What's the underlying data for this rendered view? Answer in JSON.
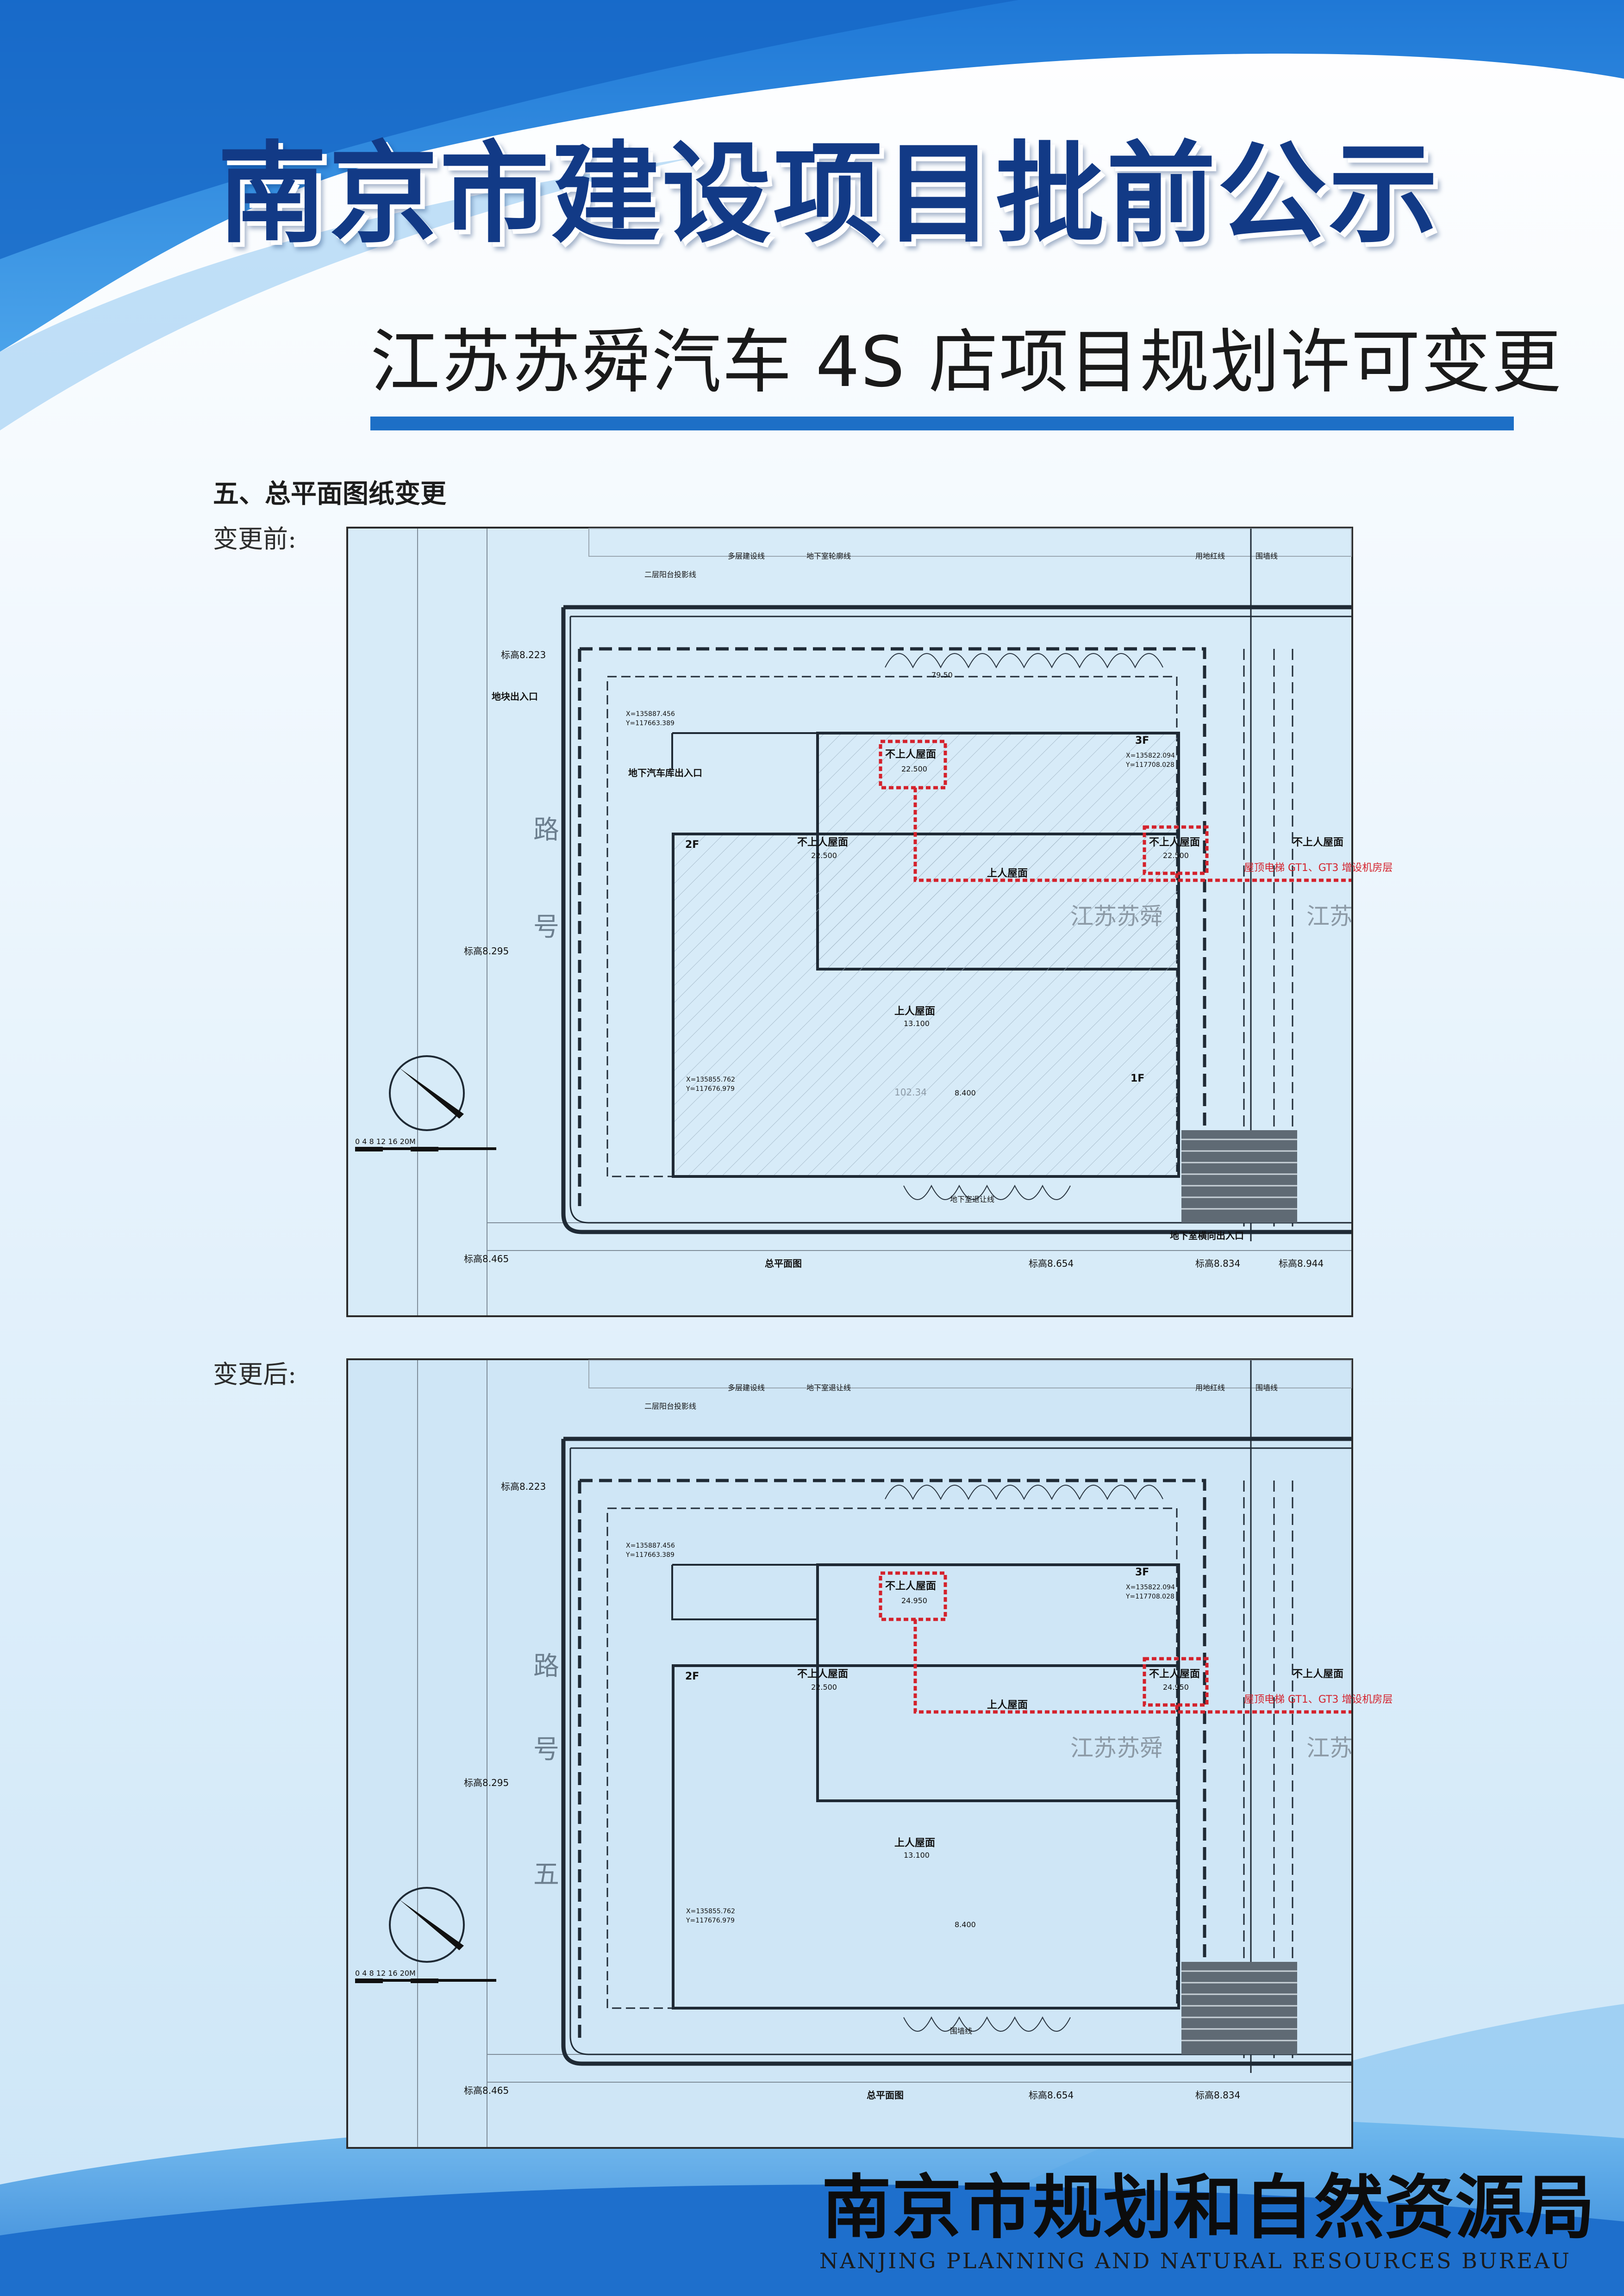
{
  "header": {
    "title": "南京市建设项目批前公示",
    "subtitle": "江苏苏舜汽车 4S 店项目规划许可变更"
  },
  "section": {
    "heading": "五、总平面图纸变更"
  },
  "before": {
    "label": "变更前:",
    "plan": {
      "road_char_1": "路",
      "road_char_2": "号",
      "road_char_3": "",
      "building_name": "江苏苏舜",
      "building_name_cut": "江苏",
      "roof_no_access_1": "不上人屋面",
      "roof_no_access_2": "不上人屋面",
      "roof_no_access_3": "不上人屋面",
      "roof_no_access_4": "不上人屋面",
      "roof_access_1": "上人屋面",
      "roof_access_2": "上人屋面",
      "elev_1": "22.500",
      "elev_2": "22.500",
      "elev_3": "22.500",
      "elev_4": "13.100",
      "elev_5": "8.400",
      "story_3f": "3F",
      "story_2f": "2F",
      "story_1f": "1F",
      "annotation": "屋顶电梯 GT1、GT3 增设机房层",
      "entrance_left": "地块出入口",
      "entrance_bottom": "地下室横向出入口",
      "garage_entrance": "地下汽车库出入口",
      "bottom_title": "总平面图",
      "lbl_a": "多层建设线",
      "lbl_b": "地下室轮廓线",
      "lbl_c": "二层阳台投影线",
      "lbl_d": "用地红线",
      "lbl_e": "地下室退让线",
      "lbl_f": "围墙线",
      "lbl_g": "标高8.223",
      "lbl_h": "标高8.295",
      "lbl_i": "标高8.465",
      "lbl_j": "标高8.654",
      "lbl_k": "标高8.834",
      "lbl_l": "标高8.944",
      "coord_1": "X=135887.456",
      "coord_2": "Y=117663.389",
      "coord_3": "X=135822.094",
      "coord_4": "Y=117708.028",
      "coord_5": "X=135855.762",
      "coord_6": "Y=117676.979",
      "dim_1": "79.50",
      "dim_2": "102.34",
      "scale": "0   4   8   12   16   20M"
    }
  },
  "after": {
    "label": "变更后:",
    "plan": {
      "road_char_1": "路",
      "road_char_2": "号",
      "road_char_3": "五",
      "building_name": "江苏苏舜",
      "building_name_cut": "江苏",
      "roof_no_access_1": "不上人屋面",
      "roof_no_access_2": "不上人屋面",
      "roof_no_access_3": "不上人屋面",
      "roof_no_access_4": "不上人屋面",
      "roof_access_1": "上人屋面",
      "roof_access_2": "上人屋面",
      "elev_1": "24.950",
      "elev_2": "24.950",
      "elev_3": "22.500",
      "elev_4": "13.100",
      "elev_5": "8.400",
      "story_3f": "3F",
      "story_2f": "2F",
      "story_1f": "",
      "annotation": "屋顶电梯 GT1、GT3 增设机房层",
      "entrance_left": "",
      "entrance_bottom": "",
      "garage_entrance": "",
      "bottom_title": "总平面图",
      "lbl_a": "多层建设线",
      "lbl_b": "地下室退让线",
      "lbl_c": "二层阳台投影线",
      "lbl_d": "用地红线",
      "lbl_e": "围墙线",
      "lbl_f": "围墙线",
      "lbl_g": "标高8.223",
      "lbl_h": "标高8.295",
      "lbl_i": "标高8.465",
      "lbl_j": "标高8.654",
      "lbl_k": "标高8.834",
      "lbl_l": "",
      "coord_1": "X=135887.456",
      "coord_2": "Y=117663.389",
      "coord_3": "X=135822.094",
      "coord_4": "Y=117708.028",
      "coord_5": "X=135855.762",
      "coord_6": "Y=117676.979",
      "dim_1": "",
      "dim_2": "",
      "scale": "0   4   8   12   16   20M"
    }
  },
  "footer": {
    "org_cn": "南京市规划和自然资源局",
    "org_en": "NANJING PLANNING AND NATURAL RESOURCES BUREAU"
  },
  "colors": {
    "title_blue": "#123a86",
    "rule_blue": "#1d6fc6",
    "plan_bg": "#cfe6f6",
    "line": "#2b3642",
    "highlight_red": "#d4222c"
  }
}
